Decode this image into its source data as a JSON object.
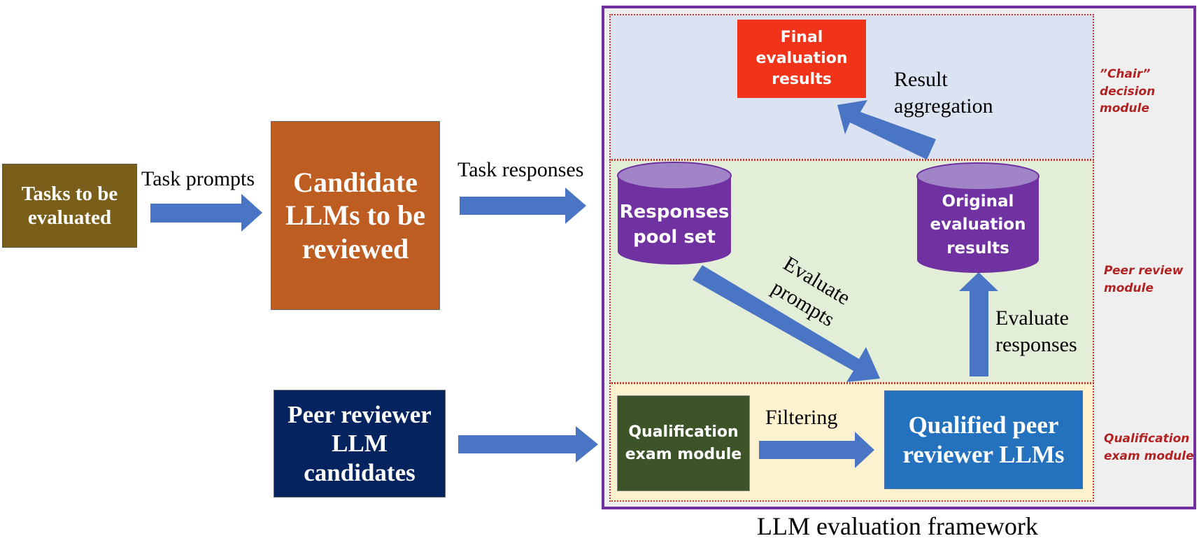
{
  "left_boxes": {
    "tasks": {
      "text": "Tasks to be\nevaluated",
      "color": "#7a5f1b"
    },
    "candidates": {
      "text": "Candidate\nLLMs to be\nreviewed",
      "color": "#bd5d22"
    },
    "peer_candidates": {
      "text": "Peer reviewer\nLLM\ncandidates",
      "color": "#05235e"
    }
  },
  "arrow_labels": {
    "task_prompts": "Task prompts",
    "task_responses": "Task responses",
    "result_aggregation": "Result\naggregation",
    "evaluate_prompts": "Evaluate\nprompts",
    "evaluate_responses": "Evaluate\nresponses",
    "filtering": "Filtering"
  },
  "framework": {
    "title": "LLM evaluation framework",
    "final_results": {
      "text": "Final\nevaluation\nresults",
      "color": "#f03319"
    },
    "responses_pool": "Responses\npool set",
    "original_results": "Original\nevaluation\nresults",
    "qualification_exam": {
      "text": "Qualification\nexam module",
      "color": "#3c5427"
    },
    "qualified_reviewers": {
      "text": "Qualified peer\nreviewer LLMs",
      "color": "#2471be"
    }
  },
  "module_labels": {
    "chair": "”Chair”\ndecision\nmodule",
    "peer_review": "Peer review\nmodule",
    "qualification": "Qualification\nexam module"
  },
  "colors": {
    "arrow": "#4a74c4",
    "frame": "#7030a0",
    "chair_bg": "#dbe2f1",
    "peer_bg": "#e3eed9",
    "qual_bg": "#fdf2d0",
    "side_bg": "#efefef",
    "dotted": "#c0392b",
    "cylinder": "#7032a0",
    "cylinder_top": "#a184c8"
  }
}
